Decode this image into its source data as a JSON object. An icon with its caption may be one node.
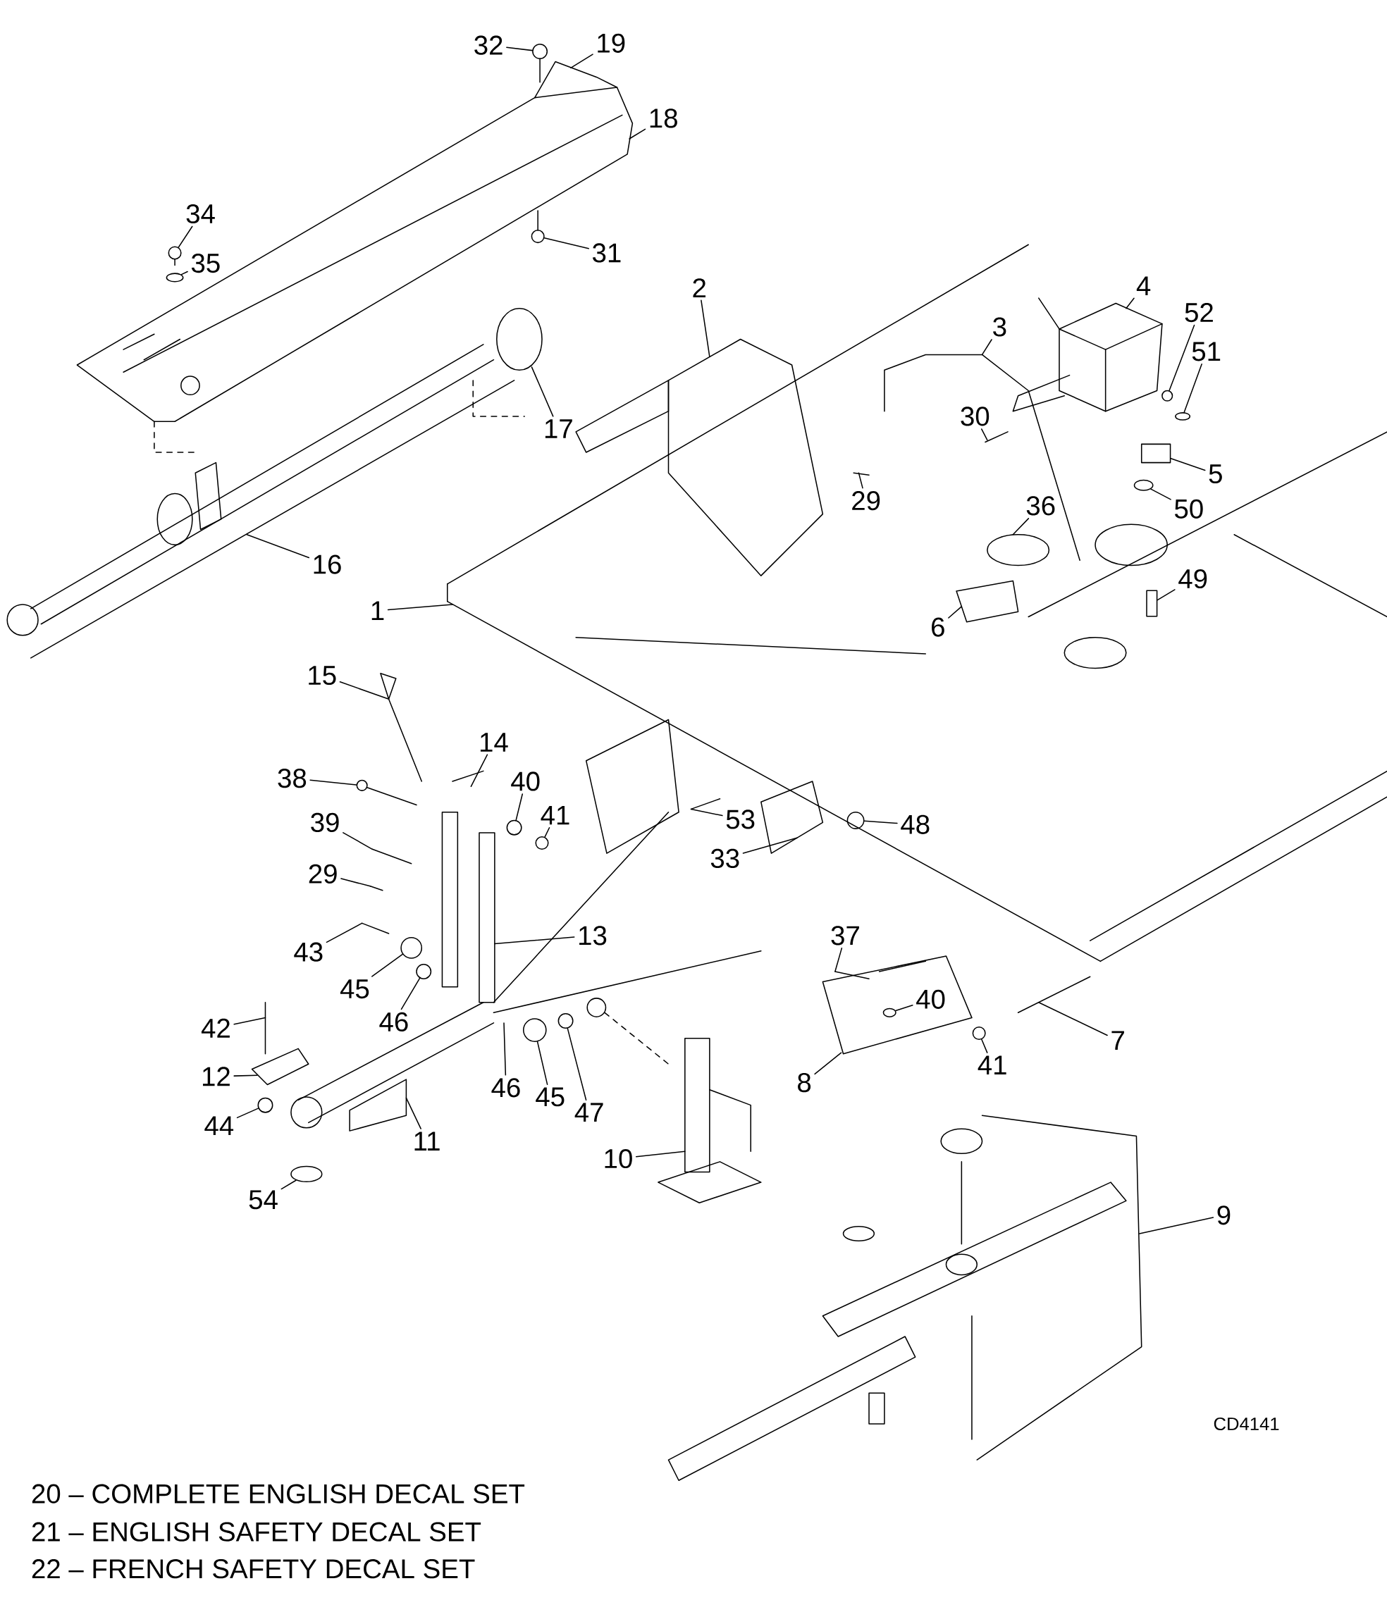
{
  "diagram": {
    "nodes": [
      {
        "text": [
          "32"
        ]
      },
      {
        "text": [
          "19"
        ]
      },
      {
        "text": [
          "18"
        ]
      },
      {
        "text": [
          "34"
        ]
      },
      {
        "text": [
          "35"
        ]
      },
      {
        "text": [
          "31"
        ]
      },
      {
        "text": [
          "2"
        ]
      },
      {
        "text": [
          "4"
        ]
      },
      {
        "text": [
          "3"
        ]
      },
      {
        "text": [
          "52"
        ]
      },
      {
        "text": [
          "51"
        ]
      },
      {
        "text": [
          "17"
        ]
      },
      {
        "text": [
          "30"
        ]
      },
      {
        "text": [
          "5"
        ]
      },
      {
        "text": [
          "29"
        ]
      },
      {
        "text": [
          "36"
        ]
      },
      {
        "text": [
          "50"
        ]
      },
      {
        "text": [
          "16"
        ]
      },
      {
        "text": [
          "49"
        ]
      },
      {
        "text": [
          "1"
        ]
      },
      {
        "text": [
          "6"
        ]
      },
      {
        "text": [
          "15"
        ]
      },
      {
        "text": [
          "14"
        ]
      },
      {
        "text": [
          "38"
        ]
      },
      {
        "text": [
          "40"
        ]
      },
      {
        "text": [
          "41"
        ]
      },
      {
        "text": [
          "53"
        ]
      },
      {
        "text": [
          "48"
        ]
      },
      {
        "text": [
          "39"
        ]
      },
      {
        "text": [
          "33"
        ]
      },
      {
        "text": [
          "29"
        ]
      },
      {
        "text": [
          "13"
        ]
      },
      {
        "text": [
          "37"
        ]
      },
      {
        "text": [
          "43"
        ]
      },
      {
        "text": [
          "45"
        ]
      },
      {
        "text": [
          "46"
        ]
      },
      {
        "text": [
          "40"
        ]
      },
      {
        "text": [
          "42"
        ]
      },
      {
        "text": [
          "7"
        ]
      },
      {
        "text": [
          "41"
        ]
      },
      {
        "text": [
          "12"
        ]
      },
      {
        "text": [
          "46"
        ]
      },
      {
        "text": [
          "45"
        ]
      },
      {
        "text": [
          "8"
        ]
      },
      {
        "text": [
          "47"
        ]
      },
      {
        "text": [
          "44"
        ]
      },
      {
        "text": [
          "11"
        ]
      },
      {
        "text": [
          "10"
        ]
      },
      {
        "text": [
          "54"
        ]
      },
      {
        "text": [
          "9"
        ]
      },
      {
        "text": [],
        "shape": "circle"
      },
      {
        "text": [],
        "shape": "circle"
      },
      {
        "text": [],
        "shape": "circle"
      },
      {
        "text": [],
        "shape": "circle"
      },
      {
        "text": [],
        "shape": "circle"
      },
      {
        "text": [],
        "shape": "circle"
      },
      {
        "text": [],
        "shape": "box"
      },
      {
        "text": [],
        "shape": "circle"
      },
      {
        "text": [],
        "shape": "box"
      },
      {
        "text": [],
        "shape": "circle"
      },
      {
        "text": [],
        "shape": "circle"
      },
      {
        "text": [],
        "shape": "circle"
      },
      {
        "text": [],
        "shape": "circle"
      },
      {
        "text": [],
        "shape": "circle"
      },
      {
        "text": [],
        "shape": "circle"
      },
      {
        "text": [],
        "shape": "circle"
      },
      {
        "text": [],
        "shape": "circle"
      },
      {
        "text": [],
        "shape": "circle"
      },
      {
        "text": [],
        "shape": "circle"
      },
      {
        "text": [],
        "shape": "circle"
      },
      {
        "text": [],
        "shape": "circle"
      },
      {
        "text": [],
        "shape": "bracket"
      }
    ],
    "edges": [
      {
        "from": 0,
        "to": 50,
        "arrow": "none"
      },
      {
        "from": 1,
        "to": null,
        "arrow": "none"
      },
      {
        "from": 2,
        "to": null,
        "arrow": "none"
      },
      {
        "from": 3,
        "to": 52,
        "arrow": "none"
      },
      {
        "from": 4,
        "to": 53,
        "arrow": "none"
      },
      {
        "from": 5,
        "to": 51,
        "arrow": "none"
      },
      {
        "from": 6,
        "to": null,
        "arrow": "none"
      },
      {
        "from": 7,
        "to": null,
        "arrow": "none"
      },
      {
        "from": 8,
        "to": null,
        "arrow": "none"
      },
      {
        "from": 9,
        "to": 54,
        "arrow": "none"
      },
      {
        "from": 10,
        "to": 55,
        "arrow": "none"
      },
      {
        "from": 11,
        "to": null,
        "arrow": "none"
      },
      {
        "from": 12,
        "to": null,
        "arrow": "none"
      },
      {
        "from": 13,
        "to": 56,
        "arrow": "none"
      },
      {
        "from": 14,
        "to": null,
        "arrow": "none"
      },
      {
        "from": 15,
        "to": null,
        "arrow": "none"
      },
      {
        "from": 16,
        "to": 57,
        "arrow": "none"
      },
      {
        "from": 17,
        "to": null,
        "arrow": "none"
      },
      {
        "from": 18,
        "to": 58,
        "arrow": "none"
      },
      {
        "from": 19,
        "to": null,
        "arrow": "none"
      },
      {
        "from": 20,
        "to": null,
        "arrow": "none"
      },
      {
        "from": 21,
        "to": null,
        "arrow": "none"
      },
      {
        "from": 22,
        "to": null,
        "arrow": "none"
      },
      {
        "from": 23,
        "to": 59,
        "arrow": "none"
      },
      {
        "from": 24,
        "to": 61,
        "arrow": "none"
      },
      {
        "from": 25,
        "to": 62,
        "arrow": "none"
      },
      {
        "from": 26,
        "to": null,
        "arrow": "none"
      },
      {
        "from": 27,
        "to": 60,
        "arrow": "none"
      },
      {
        "from": 28,
        "to": null,
        "arrow": "none"
      },
      {
        "from": 29,
        "to": null,
        "arrow": "none"
      },
      {
        "from": 30,
        "to": null,
        "arrow": "none"
      },
      {
        "from": 31,
        "to": null,
        "arrow": "none"
      },
      {
        "from": 32,
        "to": null,
        "arrow": "none"
      },
      {
        "from": 33,
        "to": null,
        "arrow": "none"
      },
      {
        "from": 34,
        "to": 63,
        "arrow": "none"
      },
      {
        "from": 35,
        "to": 64,
        "arrow": "none"
      },
      {
        "from": 36,
        "to": 65,
        "arrow": "none"
      },
      {
        "from": 37,
        "to": null,
        "arrow": "none"
      },
      {
        "from": 38,
        "to": null,
        "arrow": "none"
      },
      {
        "from": 39,
        "to": 68,
        "arrow": "none"
      },
      {
        "from": 40,
        "to": null,
        "arrow": "none"
      },
      {
        "from": 41,
        "to": null,
        "arrow": "none"
      },
      {
        "from": 42,
        "to": 67,
        "arrow": "none"
      },
      {
        "from": 43,
        "to": null,
        "arrow": "none"
      },
      {
        "from": 44,
        "to": 66,
        "arrow": "none"
      },
      {
        "from": 45,
        "to": 69,
        "arrow": "none"
      },
      {
        "from": 46,
        "to": null,
        "arrow": "none"
      },
      {
        "from": 47,
        "to": null,
        "arrow": "none"
      },
      {
        "from": 48,
        "to": 70,
        "arrow": "none"
      },
      {
        "from": 49,
        "to": 71,
        "arrow": "none"
      }
    ],
    "labels": [
      "CD4141",
      "20 – COMPLETE ENGLISH DECAL SET",
      "21 – ENGLISH SAFETY DECAL SET",
      "22 – FRENCH SAFETY DECAL SET"
    ]
  }
}
